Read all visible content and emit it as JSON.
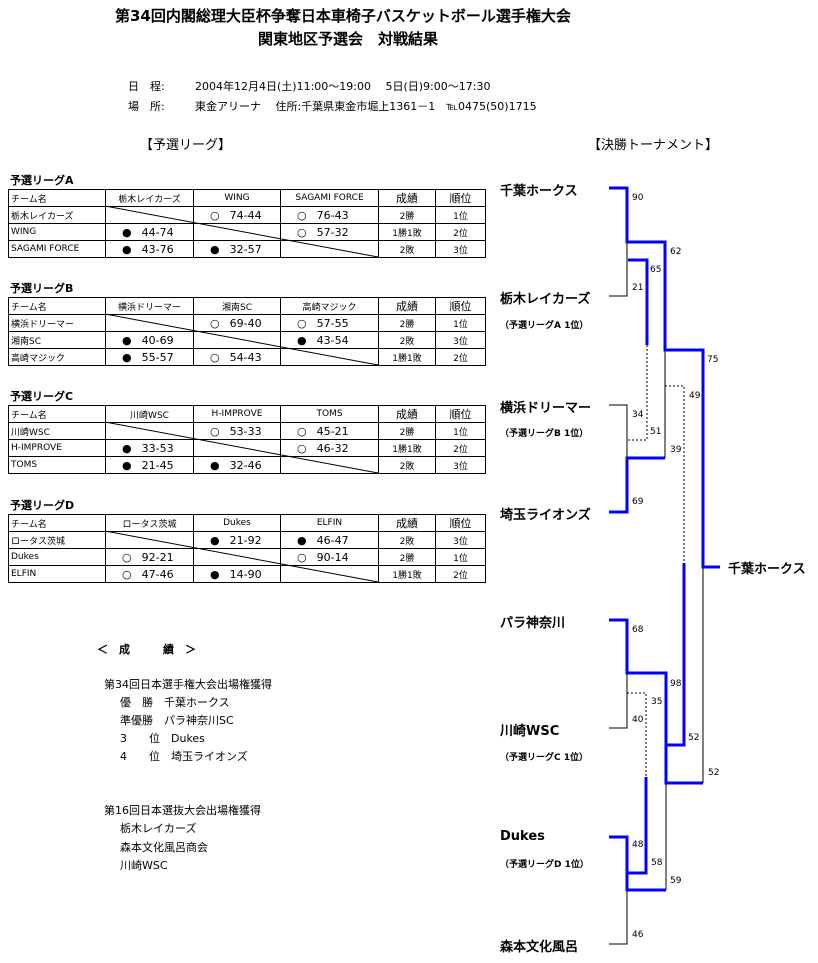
{
  "header": {
    "title_line1": "第34回内閣総理大臣杯争奪日本車椅子バスケットボール選手権大会",
    "title_line2": "関東地区予選会　対戦結果",
    "schedule_label": "日　程:",
    "schedule_value": "2004年12月4日(土)11:00～19:00　 5日(日)9:00～17:30",
    "venue_label": "場　所:",
    "venue_value": "東金アリーナ　 住所:千葉県東金市堀上1361－1　℡0475(50)1715",
    "league_heading": "【予選リーグ】",
    "tournament_heading": "【決勝トーナメント】"
  },
  "leagues": [
    {
      "title": "予選リーグA",
      "headers": [
        "チーム名",
        "栃木レイカーズ",
        "WING",
        "SAGAMI FORCE",
        "成績",
        "順位"
      ],
      "rows": [
        {
          "name": "栃木レイカーズ",
          "cells": [
            null,
            {
              "mark": "○",
              "score": "74-44"
            },
            {
              "mark": "○",
              "score": "76-43"
            }
          ],
          "record": "2勝",
          "rank": "1位"
        },
        {
          "name": "WING",
          "cells": [
            {
              "mark": "●",
              "score": "44-74"
            },
            null,
            {
              "mark": "○",
              "score": "57-32"
            }
          ],
          "record": "1勝1敗",
          "rank": "2位"
        },
        {
          "name": "SAGAMI FORCE",
          "cells": [
            {
              "mark": "●",
              "score": "43-76"
            },
            {
              "mark": "●",
              "score": "32-57"
            },
            null
          ],
          "record": "2敗",
          "rank": "3位"
        }
      ]
    },
    {
      "title": "予選リーグB",
      "headers": [
        "チーム名",
        "横浜ドリーマー",
        "湘南SC",
        "高崎マジック",
        "成績",
        "順位"
      ],
      "rows": [
        {
          "name": "横浜ドリーマー",
          "cells": [
            null,
            {
              "mark": "○",
              "score": "69-40"
            },
            {
              "mark": "○",
              "score": "57-55"
            }
          ],
          "record": "2勝",
          "rank": "1位"
        },
        {
          "name": "湘南SC",
          "cells": [
            {
              "mark": "●",
              "score": "40-69"
            },
            null,
            {
              "mark": "●",
              "score": "43-54"
            }
          ],
          "record": "2敗",
          "rank": "3位"
        },
        {
          "name": "高崎マジック",
          "cells": [
            {
              "mark": "●",
              "score": "55-57"
            },
            {
              "mark": "○",
              "score": "54-43"
            },
            null
          ],
          "record": "1勝1敗",
          "rank": "2位"
        }
      ]
    },
    {
      "title": "予選リーグC",
      "headers": [
        "チーム名",
        "川崎WSC",
        "H-IMPROVE",
        "TOMS",
        "成績",
        "順位"
      ],
      "rows": [
        {
          "name": "川崎WSC",
          "cells": [
            null,
            {
              "mark": "○",
              "score": "53-33"
            },
            {
              "mark": "○",
              "score": "45-21"
            }
          ],
          "record": "2勝",
          "rank": "1位"
        },
        {
          "name": "H-IMPROVE",
          "cells": [
            {
              "mark": "●",
              "score": "33-53"
            },
            null,
            {
              "mark": "○",
              "score": "46-32"
            }
          ],
          "record": "1勝1敗",
          "rank": "2位"
        },
        {
          "name": "TOMS",
          "cells": [
            {
              "mark": "●",
              "score": "21-45"
            },
            {
              "mark": "●",
              "score": "32-46"
            },
            null
          ],
          "record": "2敗",
          "rank": "3位"
        }
      ]
    },
    {
      "title": "予選リーグD",
      "headers": [
        "チーム名",
        "ロータス茨城",
        "Dukes",
        "ELFIN",
        "成績",
        "順位"
      ],
      "rows": [
        {
          "name": "ロータス茨城",
          "cells": [
            null,
            {
              "mark": "●",
              "score": "21-92"
            },
            {
              "mark": "●",
              "score": "46-47"
            }
          ],
          "record": "2敗",
          "rank": "3位"
        },
        {
          "name": "Dukes",
          "cells": [
            {
              "mark": "○",
              "score": "92-21"
            },
            null,
            {
              "mark": "○",
              "score": "90-14"
            }
          ],
          "record": "2勝",
          "rank": "1位"
        },
        {
          "name": "ELFIN",
          "cells": [
            {
              "mark": "○",
              "score": "47-46"
            },
            {
              "mark": "●",
              "score": "14-90"
            },
            null
          ],
          "record": "1勝1敗",
          "rank": "2位"
        }
      ]
    }
  ],
  "results": {
    "heading": "＜　成　　　績　＞",
    "block1_title": "第34回日本選手権大会出場権獲得",
    "block1_items": [
      "優　勝　千葉ホークス",
      "準優勝　パラ神奈川SC",
      "3　　位　Dukes",
      "4　　位　埼玉ライオンズ"
    ],
    "block2_title": "第16回日本選抜大会出場権獲得",
    "block2_items": [
      "栃木レイカーズ",
      "森本文化風呂商会",
      "川崎WSC"
    ]
  },
  "tournament": {
    "teams": [
      "千葉ホークス",
      "栃木レイカーズ",
      "横浜ドリーマー",
      "埼玉ライオンズ",
      "パラ神奈川",
      "川崎WSC",
      "Dukes",
      "森本文化風呂"
    ],
    "qualifiers": [
      "（予選リーグA 1位）",
      "（予選リーグB 1位）",
      "（予選リーグC 1位）",
      "（予選リーグD 1位）"
    ],
    "champion": "千葉ホークス",
    "scores": [
      "90",
      "21",
      "62",
      "65",
      "51",
      "34",
      "69",
      "39",
      "75",
      "49",
      "68",
      "40",
      "35",
      "98",
      "52",
      "52",
      "48",
      "58",
      "59",
      "46"
    ],
    "win_color": "#0000ff"
  }
}
